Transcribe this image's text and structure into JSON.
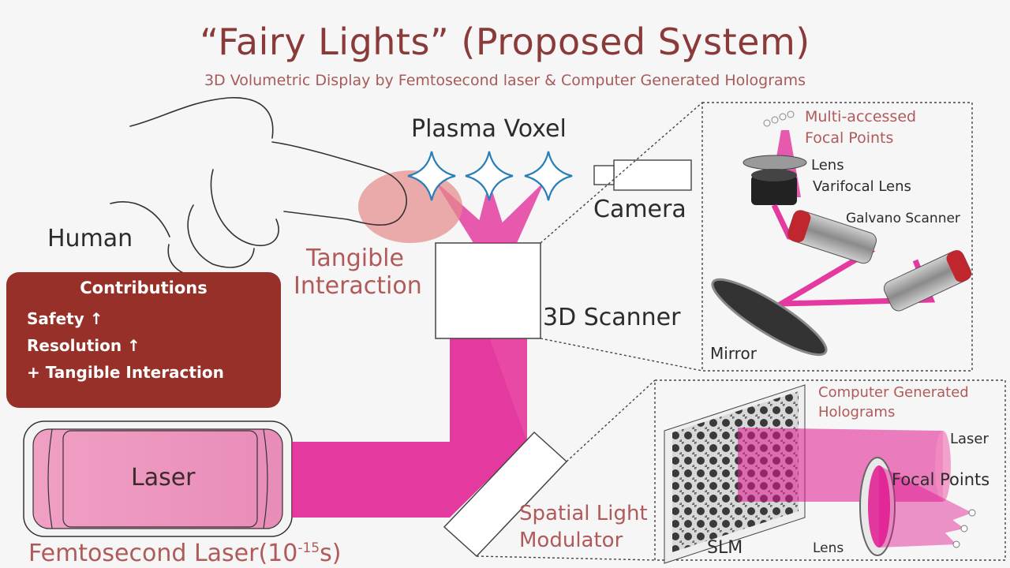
{
  "header": {
    "title": "“Fairy Lights” (Proposed System)",
    "subtitle": "3D Volumetric Display by Femtosecond laser & Computer Generated Holograms"
  },
  "labels": {
    "plasma_voxel": "Plasma Voxel",
    "camera": "Camera",
    "human": "Human",
    "tangible_1": "Tangible",
    "tangible_2": "Interaction",
    "scanner_3d": "3D Scanner",
    "laser": "Laser",
    "femto_prefix": "Femtosecond Laser(10",
    "femto_exp": "-15",
    "femto_suffix": "s)",
    "slm_line1": "Spatial Light",
    "slm_line2": "Modulator"
  },
  "contributions": {
    "title": "Contributions",
    "items": [
      "Safety ↑",
      "Resolution ↑",
      "+ Tangible Interaction"
    ]
  },
  "inset_scanner": {
    "multi_1": "Multi-accessed",
    "multi_2": "Focal Points",
    "lens": "Lens",
    "varifocal": "Varifocal Lens",
    "galvano": "Galvano Scanner",
    "mirror": "Mirror"
  },
  "inset_slm": {
    "cgh_1": "Computer Generated",
    "cgh_2": "Holograms",
    "laser": "Laser",
    "focal": "Focal Points",
    "slm": "SLM",
    "lens": "Lens"
  },
  "colors": {
    "title": "#8b3a3a",
    "beam": "#e0188f",
    "contrib_bg": "#963028"
  }
}
